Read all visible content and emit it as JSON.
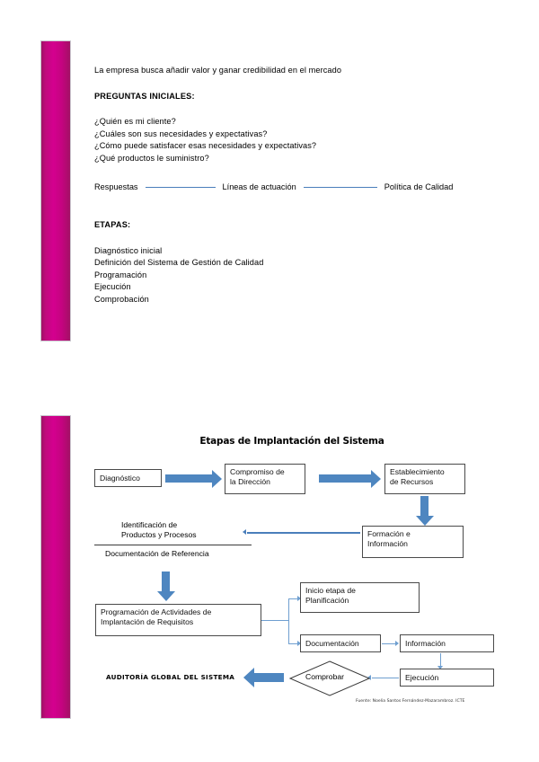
{
  "theme": {
    "accent_magenta": "#d4008f",
    "accent_blue": "#4e86c0",
    "connector_blue": "#6f9fd0",
    "box_border": "#4a4a4a"
  },
  "page_one": {
    "intro": "La empresa busca añadir valor y ganar credibilidad en el mercado",
    "questions_heading": "PREGUNTAS INICIALES:",
    "questions": [
      "¿Quién es mi cliente?",
      "¿Cuáles son sus necesidades y expectativas?",
      "¿Cómo puede satisfacer esas necesidades y expectativas?",
      "¿Qué productos le suministro?"
    ],
    "chain": {
      "start": "Respuestas",
      "middle": "Líneas de actuación",
      "end": "Política de Calidad"
    },
    "stages_heading": "ETAPAS:",
    "stages": [
      "Diagnóstico inicial",
      "Definición del Sistema de Gestión de Calidad",
      "Programación",
      "Ejecución",
      "Comprobación"
    ]
  },
  "page_two": {
    "title": "Etapas de Implantación del Sistema",
    "nodes": {
      "diagnostico": "Diagnóstico",
      "compromiso": "Compromiso de\nla Dirección",
      "establecimiento": "Establecimiento\nde Recursos",
      "formacion": "Formación e\nInformación",
      "identificacion": "Identificación de\nProductos y Procesos",
      "documentacion_ref": "Documentación de Referencia",
      "programacion": "Programación de Actividades de\nImplantación de Requisitos",
      "inicio_etapa": "Inicio etapa de\nPlanificación",
      "documentacion": "Documentación",
      "informacion": "Información",
      "ejecucion": "Ejecución",
      "comprobar": "Comprobar",
      "auditoria": "AUDITORÍA GLOBAL DEL SISTEMA"
    },
    "source": "Fuente: Noelia Santos Fernández-Mazarambroz. ICTE"
  }
}
